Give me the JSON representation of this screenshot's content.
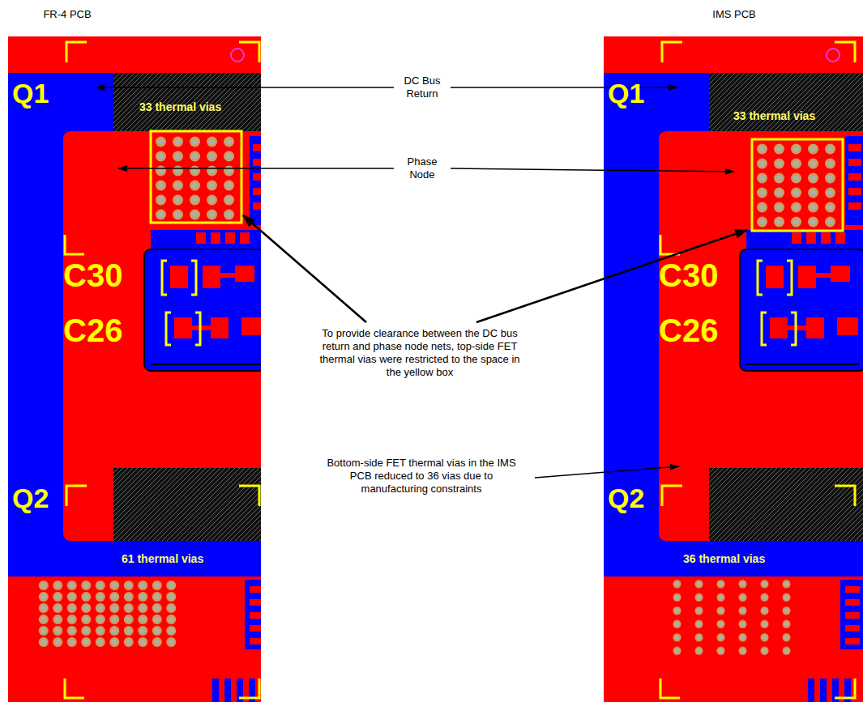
{
  "diagram": {
    "labels": [
      "FR-4 PCB",
      "IMS PCB",
      "DC Bus Return",
      "Phase Node",
      "To provide clearance between the DC bus return and phase node nets, top-side FET thermal vias were restricted to the space in the yellow box",
      "Bottom-side FET thermal vias in the IMS PCB reduced to 36 vias due to manufacturing constraints",
      "Q1",
      "33 thermal vias",
      "C30",
      "C26",
      "Q2",
      "61 thermal vias",
      "Q1",
      "33 thermal vias",
      "C30",
      "C26",
      "Q2",
      "36 thermal vias"
    ]
  }
}
